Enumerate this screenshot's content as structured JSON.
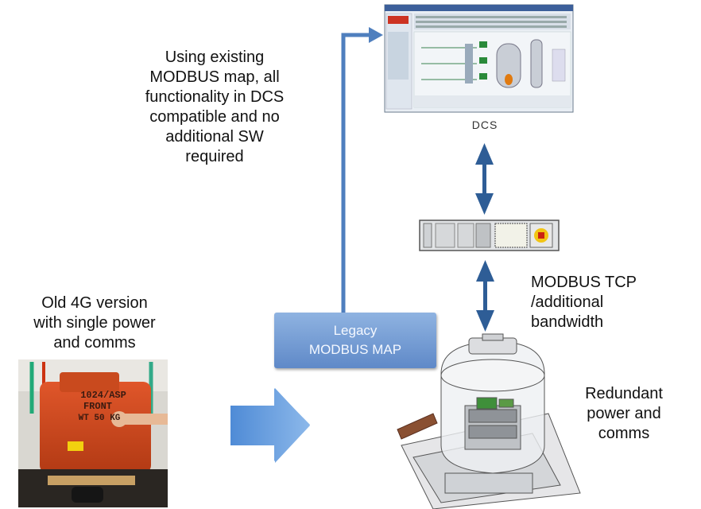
{
  "annotations": {
    "note": [
      "Using existing",
      "MODBUS map, all",
      "functionality in DCS",
      "compatible and no",
      "additional SW",
      "required"
    ],
    "old_version": [
      "Old 4G version",
      "with single power",
      "and comms"
    ],
    "tcp": [
      "MODBUS TCP",
      "/additional",
      "bandwidth"
    ],
    "redundant": [
      "Redundant",
      "power and",
      "comms"
    ],
    "dcs": "DCS",
    "legacy": [
      "Legacy",
      "MODBUS MAP"
    ],
    "device_stencil": [
      "1024/ASP",
      "FRONT",
      "WT 50 KG"
    ]
  },
  "colors": {
    "arrow": "#4f7fbe",
    "box": "#6d96d0",
    "device": "#d2461e"
  }
}
